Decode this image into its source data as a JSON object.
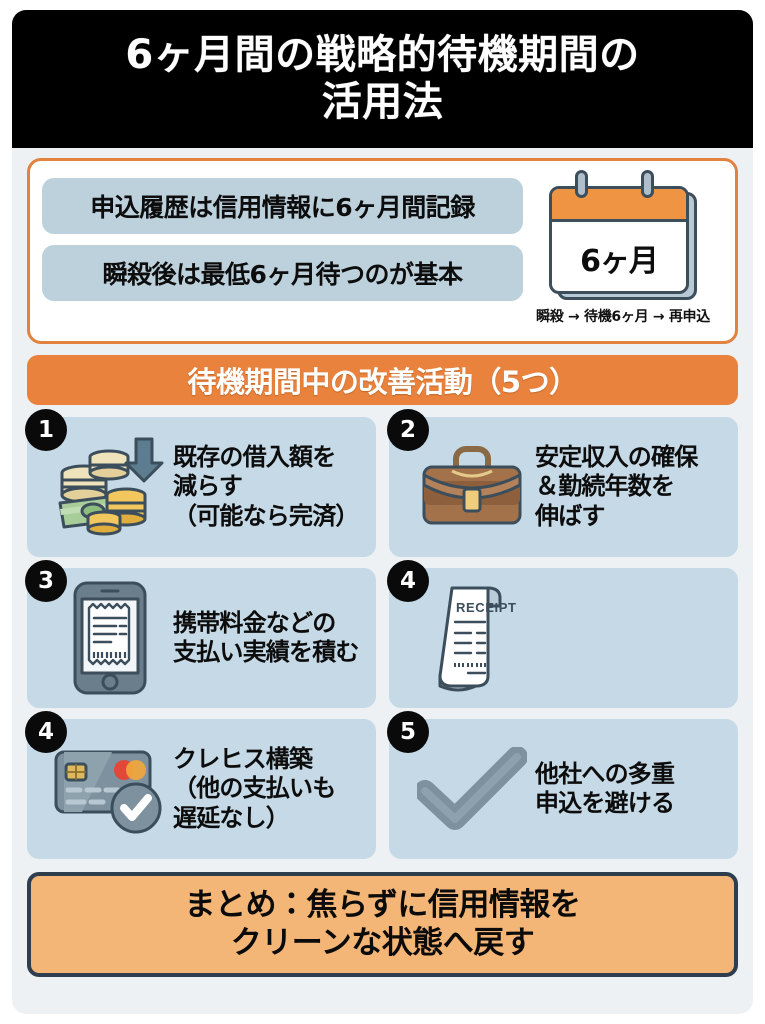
{
  "title": {
    "line1": "6ヶ月間の戦略的待機期間の",
    "line2": "活用法"
  },
  "info_box": {
    "pills": [
      {
        "text": "申込履歴は信用情報に6ヶ月間記録"
      },
      {
        "text": "瞬殺後は最低6ヶ月待つのが基本"
      }
    ],
    "calendar": {
      "icon": "calendar-icon",
      "label": "6ヶ月",
      "caption": "瞬殺 → 待機6ヶ月 → 再申込"
    }
  },
  "section_banner": {
    "text": "待機期間中の改善活動（5つ）"
  },
  "cards": [
    {
      "number": "1",
      "icon": "money-cash-coins-down-arrow-icon",
      "text": "既存の借入額を\n減らす\n（可能なら完済）",
      "lines": [
        "既存の借入額を",
        "減らす",
        "（可能なら完済）"
      ]
    },
    {
      "number": "2",
      "icon": "briefcase-icon",
      "text": "安定収入の確保\n＆勤続年数を\n伸ばす",
      "lines": [
        "安定収入の確保",
        "＆勤続年数を",
        "伸ばす"
      ]
    },
    {
      "number": "3",
      "icon": "smartphone-receipt-icon",
      "text": "携帯料金などの\n支払い実績を積む",
      "lines": [
        "携帯料金などの",
        "支払い実績を積む"
      ]
    },
    {
      "number": "4",
      "icon": "receipt-scroll-icon",
      "icon_label": "RECEIPT",
      "text": "",
      "lines": []
    },
    {
      "number": "4",
      "icon": "credit-card-check-icon",
      "text": "クレヒス構築\n（他の支払いも\n遅延なし）",
      "lines": [
        "クレヒス構築",
        "（他の支払いも",
        "遅延なし）"
      ]
    },
    {
      "number": "5",
      "icon": "checkmark-icon",
      "text": "他社への多重\n申込を避ける",
      "lines": [
        "他社への多重",
        "申込を避ける"
      ]
    }
  ],
  "summary": {
    "line1": "まとめ：焦らずに信用情報を",
    "line2": "クリーンな状態へ戻す"
  },
  "colors": {
    "title_background": "#000000",
    "title_text": "#ffffff",
    "page_background": "#eef1f4",
    "accent_orange": "#e8823c",
    "info_box_border": "#e2823f",
    "pill_background": "#bdd1dd",
    "card_background": "#c5d9e6",
    "badge_background": "#0a0a0a",
    "summary_background": "#f4b677",
    "summary_border": "#2f3e4f",
    "calendar_header": "#ef9443",
    "icon_outline": "#3c4e5c"
  }
}
